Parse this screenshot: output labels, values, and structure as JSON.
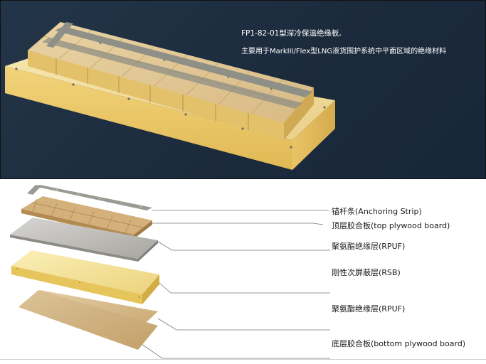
{
  "hero": {
    "line1": "FP1-82-01型深冷保温绝缘板,",
    "line2": "主要用于MarkIII/Flex型LNG液货围护系统中平面区域的绝缘材料",
    "background_color": "#1e2e40"
  },
  "layers": [
    {
      "label": "锚杆条(Anchoring Strip)"
    },
    {
      "label": "顶层胶合板(top plywood board)"
    },
    {
      "label": "聚氨酯绝缘层(RPUF)"
    },
    {
      "label": "刚性次屏蔽层(RSB)"
    },
    {
      "label": "聚氨酯绝缘层(RPUF)"
    },
    {
      "label": "底层胶合板(bottom plywood board)"
    }
  ],
  "colors": {
    "foam": "#f1d98a",
    "plywood": "#c9a772",
    "strip": "#8d8d80",
    "rsb": "#b9b7b2",
    "leader": "#777777"
  }
}
